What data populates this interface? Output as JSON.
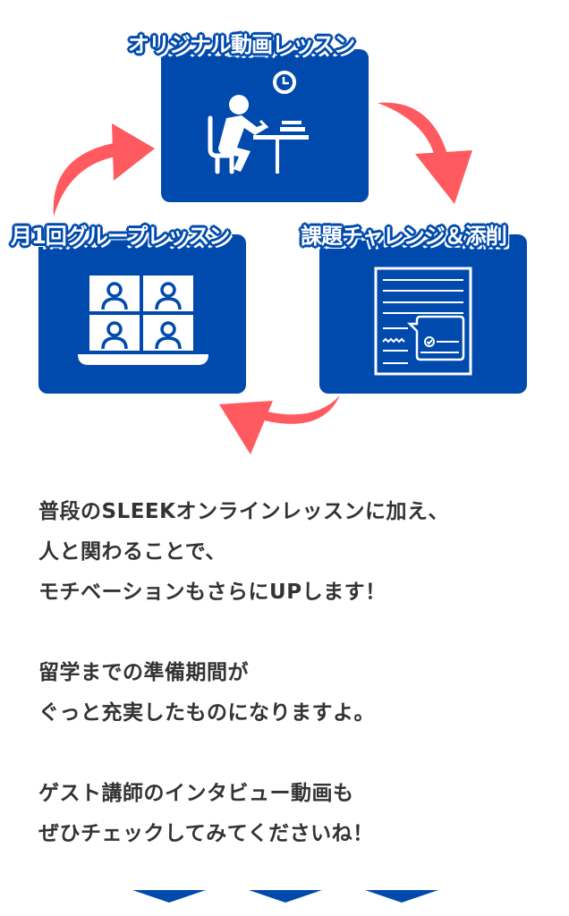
{
  "cycle": {
    "steps": [
      {
        "title": "オリジナル動画レッスン",
        "icon": "person-studying-at-desk-icon"
      },
      {
        "title": "課題チャレンジ＆添削",
        "icon": "document-with-feedback-icon"
      },
      {
        "title": "月1回グループレッスン",
        "icon": "video-conference-group-icon"
      }
    ],
    "arrow_color": "#ff5a5f",
    "box_color": "#004aad"
  },
  "description": {
    "paragraphs": [
      {
        "lines": [
          "普段のSLEEKオンラインレッスンに加え、",
          "人と関わることで、",
          "モチベーションもさらにUPします！"
        ]
      },
      {
        "lines": [
          "留学までの準備期間が",
          "ぐっと充実したものになりますよ。"
        ]
      },
      {
        "lines": [
          "ゲスト講師のインタビュー動画も",
          "ぜひチェックしてみてくださいね！"
        ]
      }
    ],
    "text_color": "#333333"
  },
  "scroll_indicator": {
    "count": 3,
    "icon": "chevron-down-icon",
    "color": "#004aad"
  }
}
